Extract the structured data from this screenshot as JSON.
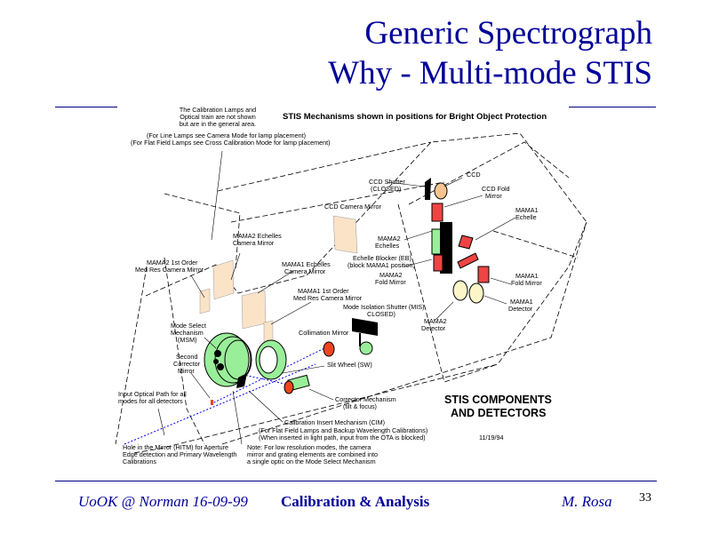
{
  "title": {
    "line1": "Generic Spectrograph",
    "line2": "Why - Multi-mode STIS"
  },
  "diagram": {
    "heading": "STIS Mechanisms shown in positions for Bright Object Protection",
    "cal_note": [
      "The Calibration Lamps and",
      "Optical train are not shown",
      "but are in the general area."
    ],
    "lamp_note": [
      "(For Line Lamps see Camera Mode for lamp placement)",
      "(For Flat Field Lamps see Cross Calibration Mode for lamp placement)"
    ],
    "labels": {
      "ccd_camera_mirror": "CCD Camera Mirror",
      "mama2_echelles_cam": [
        "MAMA2 Echelles",
        "Camera Mirror"
      ],
      "mama2_1st_order": [
        "MAMA2 1st Order",
        "Med Res Camera Mirror"
      ],
      "mama1_echelles_cam": [
        "MAMA1 Echelles",
        "Camera Mirror"
      ],
      "mama1_1st_order": [
        "MAMA1 1st Order",
        "Med Res Camera Mirror"
      ],
      "mis": [
        "Mode Isolation Shutter (MIS)",
        "CLOSED)"
      ],
      "collimation_mirror": "Collimation Mirror",
      "msm": [
        "Mode Select",
        "Mechanism",
        "(MSM)"
      ],
      "second_corrector": [
        "Second",
        "Corrector",
        "Mirror"
      ],
      "slit_wheel": "Slit Wheel (SW)",
      "input_path": [
        "Input Optical Path for all",
        "modes for all detectors"
      ],
      "corrector_mech": [
        "Corrector Mechanism",
        "(tilt & focus)"
      ],
      "cim": [
        "Calibration Insert Mechanism (CIM)",
        "(For Flat Field Lamps and Backup Wavelength Calibrations)",
        "(When inserted in light path, input from the OTA is blocked)"
      ],
      "hitm": [
        "Hole in the Mirror (HITM) for Aperture",
        "Edge detection and Primary Wavelength",
        "Calibrations"
      ],
      "note": [
        "Note: For low resolution modes, the camera",
        "mirror and grating elements are combined into",
        "a single optic on the Mode Select Mechanism"
      ],
      "ccd_shutter": [
        "CCD Shutter",
        "(CLOSED)"
      ],
      "ccd": "CCD",
      "ccd_fold": [
        "CCD Fold",
        "Mirror"
      ],
      "mama1_echelle": [
        "MAMA1",
        "Echelle"
      ],
      "mama2_echelle": [
        "MAMA2",
        "Echelles"
      ],
      "echelle_blocker": [
        "Echelle Blocker (EB)",
        "(block MAMA1 position)"
      ],
      "mama2_fold": [
        "MAMA2",
        "Fold Mirror"
      ],
      "mama1_fold": [
        "MAMA1",
        "Fold Mirror"
      ],
      "mama1_detector": [
        "MAMA1",
        "Detector"
      ],
      "mama2_detector": [
        "MAMA2",
        "Detector"
      ]
    },
    "components_title": [
      "STIS COMPONENTS",
      "AND DETECTORS"
    ],
    "date": "11/19/94"
  },
  "footer": {
    "venue": "UoOK @ Norman  16-09-99",
    "topic": "Calibration & Analysis",
    "author": "M. Rosa",
    "page": "33"
  },
  "colors": {
    "title": "#000099",
    "rule": "#000080",
    "mirror": "#fbe3c8",
    "green": "#99ee99",
    "red": "#ee4444",
    "beam": "#0000ee"
  }
}
